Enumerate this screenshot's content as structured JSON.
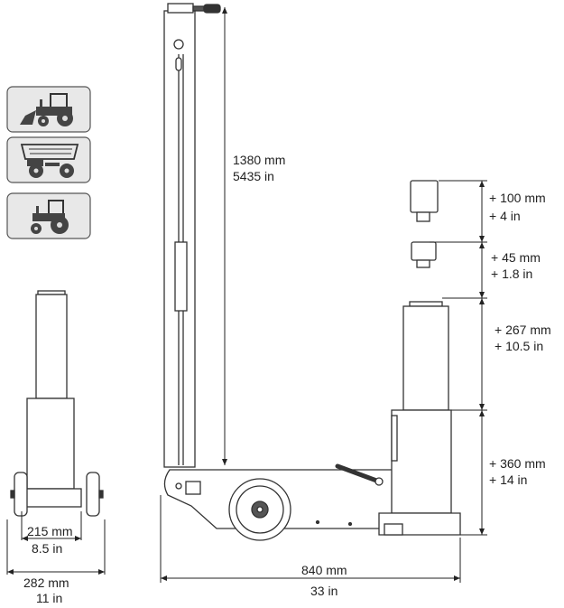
{
  "icons": {
    "vehicles": [
      "wheel-loader-icon",
      "dump-truck-icon",
      "tractor-icon"
    ],
    "icon_fill": "#e8e8e8",
    "stroke": "#3a3a3a"
  },
  "dimensions": {
    "total_height_mm": "1380 mm",
    "total_height_in": "5435 in",
    "ext1_mm": "+ 100 mm",
    "ext1_in": "+ 4 in",
    "ext2_mm": "+ 45 mm",
    "ext2_in": "+ 1.8 in",
    "stroke_mm": "+ 267 mm",
    "stroke_in": "+ 10.5 in",
    "min_height_mm": "+ 360 mm",
    "min_height_in": "+ 14 in",
    "wheel_track_mm": "215 mm",
    "wheel_track_in": "8.5 in",
    "width_mm": "282 mm",
    "width_in": "11 in",
    "length_mm": "840 mm",
    "length_in": "33 in"
  }
}
